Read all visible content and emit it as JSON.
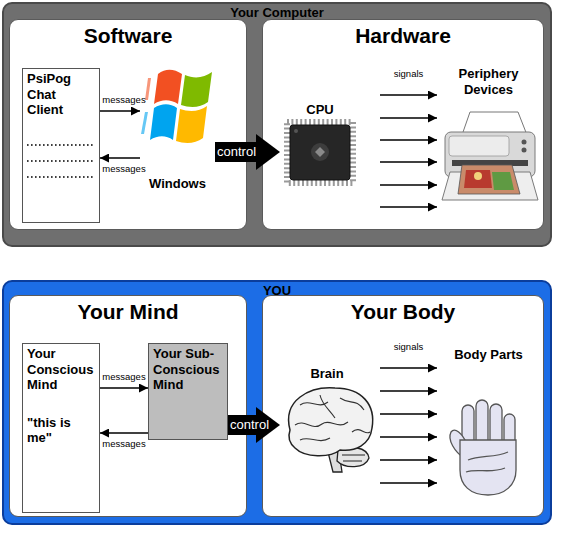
{
  "diagram": {
    "nodes": [
      {
        "text": [
          "Your Computer"
        ]
      },
      {
        "text": [
          "Software"
        ],
        "in": 0
      },
      {
        "text": [
          "PsiPog Chat Client"
        ],
        "in": 1
      },
      {
        "text": [
          "Windows"
        ],
        "in": 1
      },
      {
        "text": [
          "Hardware"
        ],
        "in": 0
      },
      {
        "text": [
          "CPU"
        ],
        "in": 4
      },
      {
        "text": [
          "Periphery Devices"
        ],
        "in": 4
      },
      {
        "text": [
          "YOU"
        ]
      },
      {
        "text": [
          "Your Mind"
        ],
        "in": 7
      },
      {
        "text": [
          "Your Conscious Mind",
          "\"this is me\""
        ],
        "in": 8
      },
      {
        "text": [
          "Your Sub-Conscious Mind"
        ],
        "in": 8
      },
      {
        "text": [
          "Your Body"
        ],
        "in": 7
      },
      {
        "text": [
          "Brain"
        ],
        "in": 11
      },
      {
        "text": [
          "Body Parts"
        ],
        "in": 11
      }
    ],
    "edges": [
      {
        "from": 2,
        "to": 3,
        "label": "messages",
        "arrow": "to"
      },
      {
        "from": 3,
        "to": 2,
        "label": "messages",
        "arrow": "to"
      },
      {
        "from": 3,
        "to": 5,
        "label": "control",
        "arrow": "to"
      },
      {
        "from": 5,
        "to": 6,
        "label": "signals",
        "arrow": "to"
      },
      {
        "from": 5,
        "to": 6,
        "arrow": "to"
      },
      {
        "from": 5,
        "to": 6,
        "arrow": "to"
      },
      {
        "from": 5,
        "to": 6,
        "arrow": "to"
      },
      {
        "from": 5,
        "to": 6,
        "arrow": "to"
      },
      {
        "from": 5,
        "to": 6,
        "arrow": "to"
      },
      {
        "from": 9,
        "to": 10,
        "label": "messages",
        "arrow": "to"
      },
      {
        "from": 10,
        "to": 9,
        "label": "messages",
        "arrow": "to"
      },
      {
        "from": 10,
        "to": 12,
        "label": "control",
        "arrow": "to"
      },
      {
        "from": 12,
        "to": 13,
        "label": "signals",
        "arrow": "to"
      },
      {
        "from": 12,
        "to": 13,
        "arrow": "to"
      },
      {
        "from": 12,
        "to": 13,
        "arrow": "to"
      },
      {
        "from": 12,
        "to": 13,
        "arrow": "to"
      },
      {
        "from": 12,
        "to": 13,
        "arrow": "to"
      },
      {
        "from": 12,
        "to": 13,
        "arrow": "to"
      }
    ]
  }
}
